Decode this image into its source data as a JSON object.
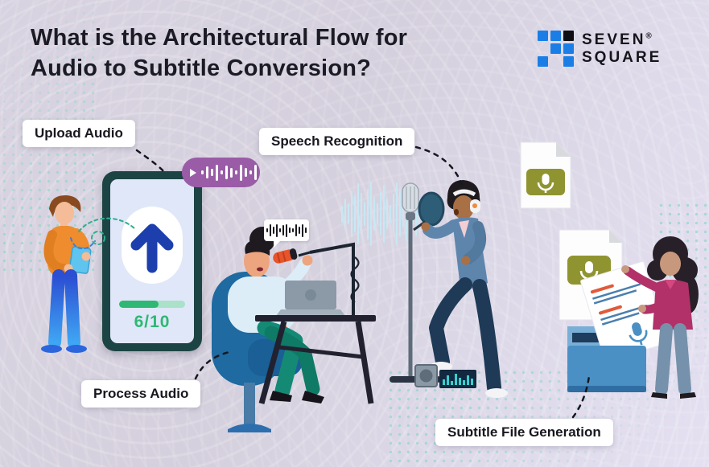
{
  "title": {
    "line1": "What is the Architectural Flow for",
    "line2": "Audio to Subtitle Conversion?"
  },
  "brand": {
    "name_top": "SEVEN",
    "name_bottom": "SQUARE",
    "registered": "®"
  },
  "flow_labels": {
    "upload": "Upload Audio",
    "speech": "Speech Recognition",
    "process": "Process Audio",
    "subtitle": "Subtitle File Generation"
  },
  "upload_phone": {
    "progress_text": "6/10",
    "progress_percent": 60
  },
  "icon_names": [
    "play-icon",
    "waveform-icon",
    "upload-arrow-icon",
    "microphone-icon",
    "headphones-icon",
    "audio-file-icon",
    "subtitle-file-icon",
    "folder-icon"
  ],
  "palette": {
    "accent_purple": "#9a5ca6",
    "phone_frame": "#1d4444",
    "arrow_blue": "#1d3fae",
    "progress_green": "#2eb873",
    "progress_track": "#a9e2c8",
    "logo_blue": "#1a7ee6",
    "logo_black": "#0d0d12",
    "olive": "#8f9430",
    "folder_blue": "#4a90c4",
    "magenta": "#b13168",
    "denim": "#5e86ad",
    "teal_pants": "#148a74",
    "orange_shirt": "#ef8c2e",
    "label_bg": "#ffffff",
    "title_color": "#1b1b25",
    "background": "#d8d3e0"
  }
}
